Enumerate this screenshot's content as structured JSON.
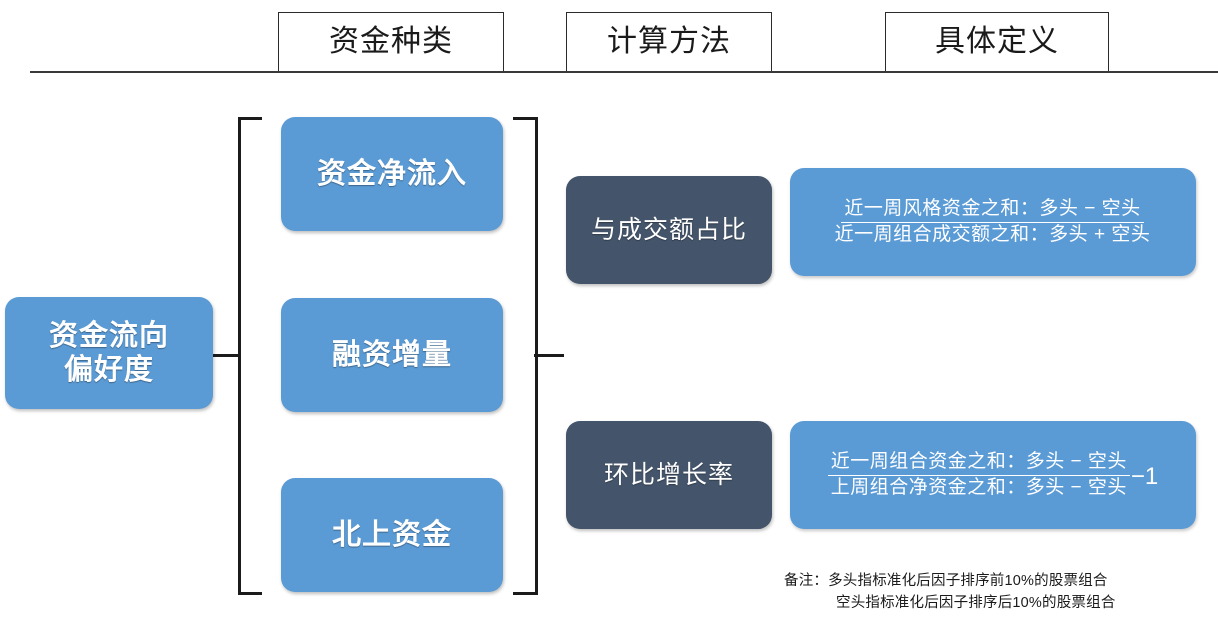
{
  "header": {
    "columns": [
      {
        "label": "资金种类"
      },
      {
        "label": "计算方法"
      },
      {
        "label": "具体定义"
      }
    ]
  },
  "root": {
    "line1": "资金流向",
    "line2": "偏好度"
  },
  "categories": [
    {
      "label": "资金净流入"
    },
    {
      "label": "融资增量"
    },
    {
      "label": "北上资金"
    }
  ],
  "methods": [
    {
      "label": "与成交额占比"
    },
    {
      "label": "环比增长率"
    }
  ],
  "definitions": [
    {
      "numerator": "近一周风格资金之和：多头 − 空头",
      "denominator": "近一周组合成交额之和：多头 + 空头",
      "tail": ""
    },
    {
      "numerator": "近一周组合资金之和：多头 − 空头",
      "denominator": "上周组合净资金之和：多头 − 空头",
      "tail": "−1"
    }
  ],
  "footnote": {
    "line1": "备注：多头指标准化后因子排序前10%的股票组合",
    "line2": "空头指标准化后因子排序后10%的股票组合"
  },
  "colors": {
    "blue": "#5B9BD5",
    "navy": "#44546A",
    "line": "#1b1b1b",
    "text_dark": "#1a1a1a"
  }
}
